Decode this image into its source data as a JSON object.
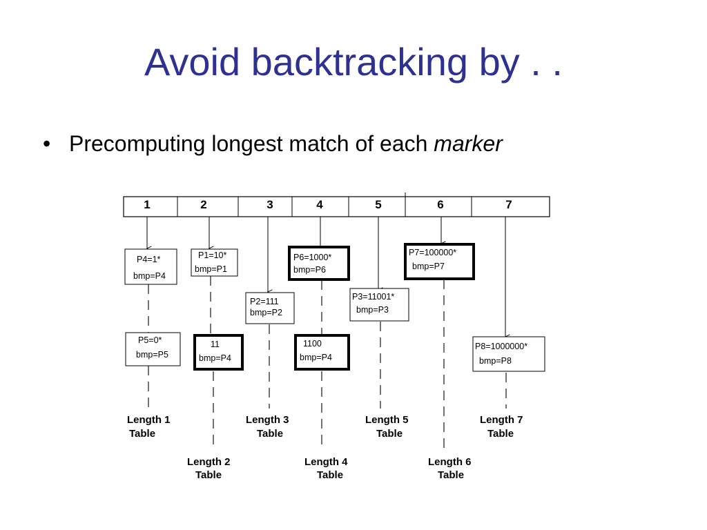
{
  "title": "Avoid backtracking by . .",
  "bullet": {
    "symbol": "•",
    "text_before": "Precomputing longest match of each ",
    "text_em": "marker"
  },
  "diagram": {
    "header": [
      "1",
      "2",
      "3",
      "4",
      "5",
      "6",
      "7"
    ],
    "boxes": [
      {
        "line1": "P4=1*",
        "line2": "bmp=P4"
      },
      {
        "line1": "P1=10*",
        "line2": "bmp=P1"
      },
      {
        "line1": "P6=1000*",
        "line2": "bmp=P6"
      },
      {
        "line1": "P7=100000*",
        "line2": "bmp=P7"
      },
      {
        "line1": "P2=111",
        "line2": "bmp=P2"
      },
      {
        "line1": "P3=11001*",
        "line2": "bmp=P3"
      },
      {
        "line1": "P5=0*",
        "line2": "bmp=P5"
      },
      {
        "line1": "11",
        "line2": "bmp=P4"
      },
      {
        "line1": "1100",
        "line2": "bmp=P4"
      },
      {
        "line1": "P8=1000000*",
        "line2": "bmp=P8"
      }
    ],
    "tables": [
      {
        "line1": "Length 1",
        "line2": "Table"
      },
      {
        "line1": "Length 2",
        "line2": "Table"
      },
      {
        "line1": "Length 3",
        "line2": "Table"
      },
      {
        "line1": "Length 4",
        "line2": "Table"
      },
      {
        "line1": "Length 5",
        "line2": "Table"
      },
      {
        "line1": "Length 6",
        "line2": "Table"
      },
      {
        "line1": "Length 7",
        "line2": "Table"
      }
    ]
  }
}
